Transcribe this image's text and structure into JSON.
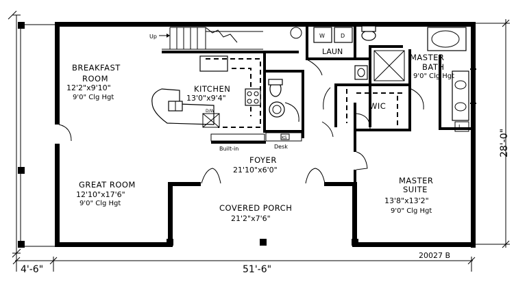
{
  "rooms": {
    "breakfast": {
      "name_line1": "BREAKFAST",
      "name_line2": "ROOM",
      "size": "12'2\"x9'10\"",
      "height": "9'0\" Clg Hgt"
    },
    "kitchen": {
      "name": "KITCHEN",
      "size": "13'0\"x9'4\""
    },
    "master_bath": {
      "name_line1": "MASTER",
      "name_line2": "BATH",
      "height_line1": "9'0\"",
      "height_line2": "Clg Hgt"
    },
    "laundry": {
      "name": "LAUN"
    },
    "wic": {
      "name": "WIC"
    },
    "foyer": {
      "name": "FOYER",
      "size": "21'10\"x6'0\""
    },
    "great_room": {
      "name": "GREAT ROOM",
      "size": "12'10\"x17'6\"",
      "height": "9'0\" Clg Hgt"
    },
    "porch": {
      "name": "COVERED PORCH",
      "size": "21'2\"x7'6\""
    },
    "master_suite": {
      "name_line1": "MASTER",
      "name_line2": "SUITE",
      "size": "13'8\"x13'2\"",
      "height": "9'0\" Clg Hgt"
    }
  },
  "labels": {
    "up": "Up",
    "built_in": "Built-in",
    "desk": "Desk",
    "ks": "KS",
    "dw": "D/W",
    "washer": "W",
    "dryer": "D",
    "linen": "L"
  },
  "dimensions": {
    "width": "51'-6\"",
    "depth": "28'-0\"",
    "porch_depth": "4'-6\""
  },
  "plan_number": "20027 B"
}
